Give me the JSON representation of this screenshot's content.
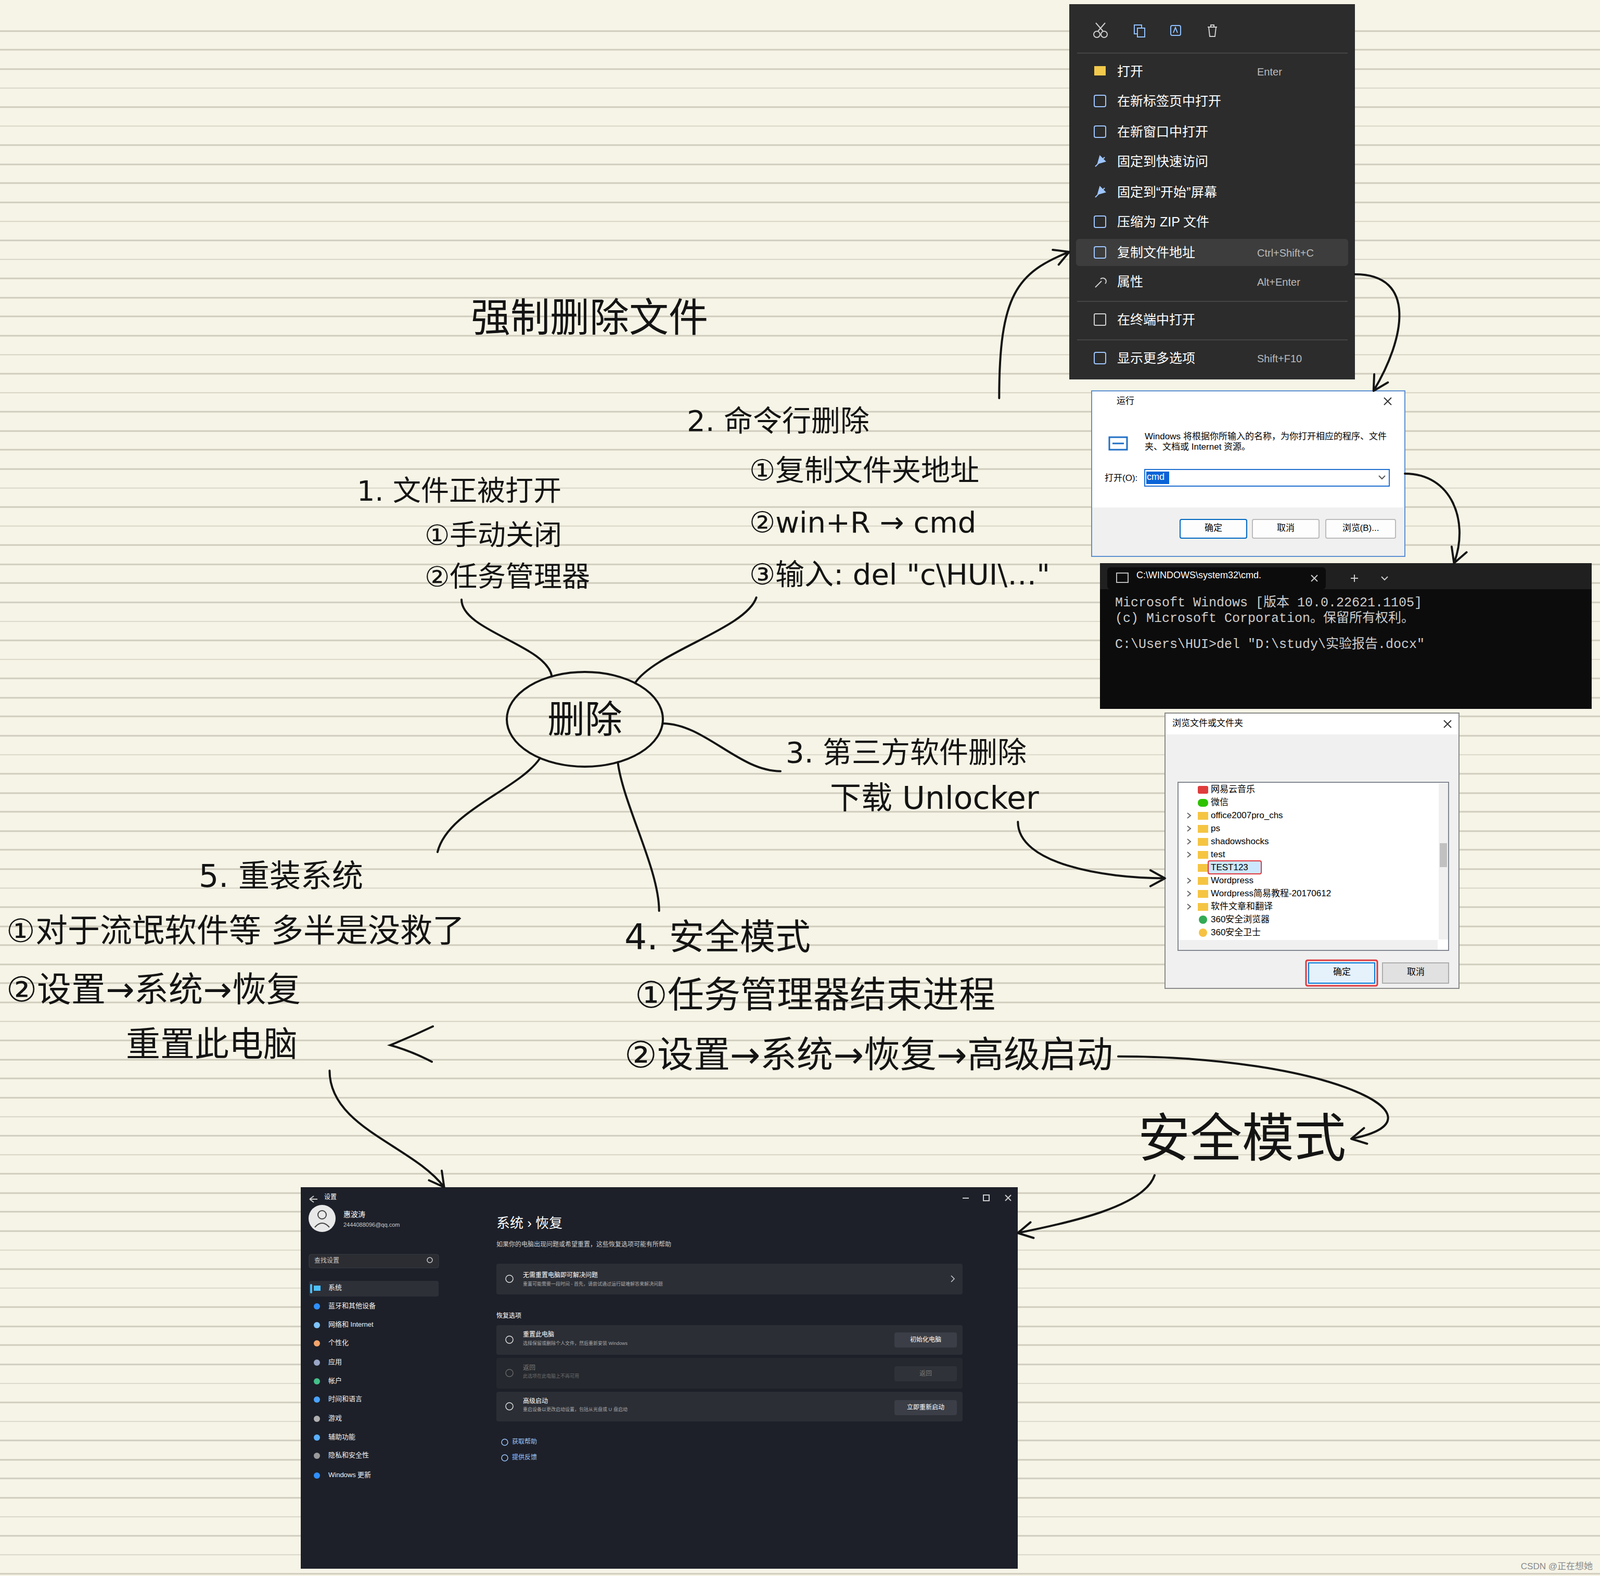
{
  "diagram": {
    "title": "强制删除文件",
    "nodes": [
      {
        "text": [
          "删除"
        ]
      },
      {
        "text": [
          "1. 文件正被打开",
          "①手动关闭",
          "②任务管理器"
        ]
      },
      {
        "text": [
          "2. 命令行删除",
          "①复制文件夹地址",
          "②win+R → cmd",
          "③输入: del \"c\\HUI\\…\""
        ]
      },
      {
        "text": [
          "3. 第三方软件删除",
          "下载 Unlocker"
        ]
      },
      {
        "text": [
          "4. 安全模式",
          "①任务管理器结束进程",
          "②设置→系统→恢复→高级启动"
        ]
      },
      {
        "text": [
          "安全模式"
        ]
      },
      {
        "text": [
          "5. 重装系统",
          "①对于流氓软件等 多半是没救了",
          "②设置→系统→恢复",
          "重置此电脑"
        ]
      },
      {
        "text": [
          "打开",
          "Enter",
          "在新标签页中打开",
          "在新窗口中打开",
          "固定到快速访问",
          "固定到“开始”屏幕",
          "压缩为 ZIP 文件",
          "复制文件地址",
          "Ctrl+Shift+C",
          "属性",
          "Alt+Enter",
          "在终端中打开",
          "显示更多选项",
          "Shift+F10"
        ]
      },
      {
        "text": [
          "运行",
          "Windows 将根据你所输入的名称，为你打开相应的程序、文件夹、文档或 Internet 资源。",
          "打开(O):",
          "cmd",
          "确定",
          "取消",
          "浏览(B)..."
        ]
      },
      {
        "text": [
          "C:\\WINDOWS\\system32\\cmd.",
          "Microsoft Windows [版本 10.0.22621.1105]",
          "(c) Microsoft Corporation。保留所有权利。",
          "C:\\Users\\HUI>del \"D:\\study\\实验报告.docx\""
        ]
      },
      {
        "text": [
          "浏览文件或文件夹",
          "网易云音乐",
          "微信",
          "office2007pro_chs",
          "ps",
          "shadowshocks",
          "test",
          "TEST123",
          "Wordpress",
          "Wordpress简易教程-20170612",
          "软件文章和翻译",
          "360安全浏览器",
          "360安全卫士",
          "确定",
          "取消"
        ]
      },
      {
        "text": [
          "设置",
          "惠波涛",
          "2444088096@qq.com",
          "查找设置",
          "系统",
          "蓝牙和其他设备",
          "网络和 Internet",
          "个性化",
          "应用",
          "帐户",
          "时间和语言",
          "游戏",
          "辅助功能",
          "隐私和安全性",
          "Windows 更新",
          "系统 › 恢复",
          "如果你的电脑出现问题或希望重置，这些恢复选项可能有所帮助",
          "无需重置电脑即可解决问题",
          "重置可能需要一段时间 - 首先，请尝试通过运行疑难解答来解决问题",
          "恢复选项",
          "重置此电脑",
          "选择保留或删除个人文件，然后重新安装 Windows",
          "初始化电脑",
          "返回",
          "此选项在此电脑上不再可用",
          "返回",
          "高级启动",
          "重启设备以更改启动设置，包括从光盘或 U 盘启动",
          "立即重新启动",
          "获取帮助",
          "提供反馈"
        ]
      }
    ],
    "edges": [
      {
        "from": 0,
        "to": 1,
        "arrow": "none"
      },
      {
        "from": 0,
        "to": 2,
        "arrow": "none"
      },
      {
        "from": 0,
        "to": 3,
        "arrow": "none"
      },
      {
        "from": 0,
        "to": 4,
        "arrow": "none"
      },
      {
        "from": 0,
        "to": 6,
        "arrow": "none"
      },
      {
        "from": 2,
        "to": 7,
        "arrow": "to"
      },
      {
        "from": 7,
        "to": 8,
        "arrow": "to"
      },
      {
        "from": 8,
        "to": 9,
        "arrow": "to"
      },
      {
        "from": 3,
        "to": 10,
        "arrow": "to"
      },
      {
        "from": 4,
        "to": 5,
        "arrow": "to"
      },
      {
        "from": 5,
        "to": 11,
        "arrow": "to"
      },
      {
        "from": 6,
        "to": 11,
        "arrow": "to"
      }
    ],
    "labels": [
      "CSDN @正在想她"
    ]
  }
}
